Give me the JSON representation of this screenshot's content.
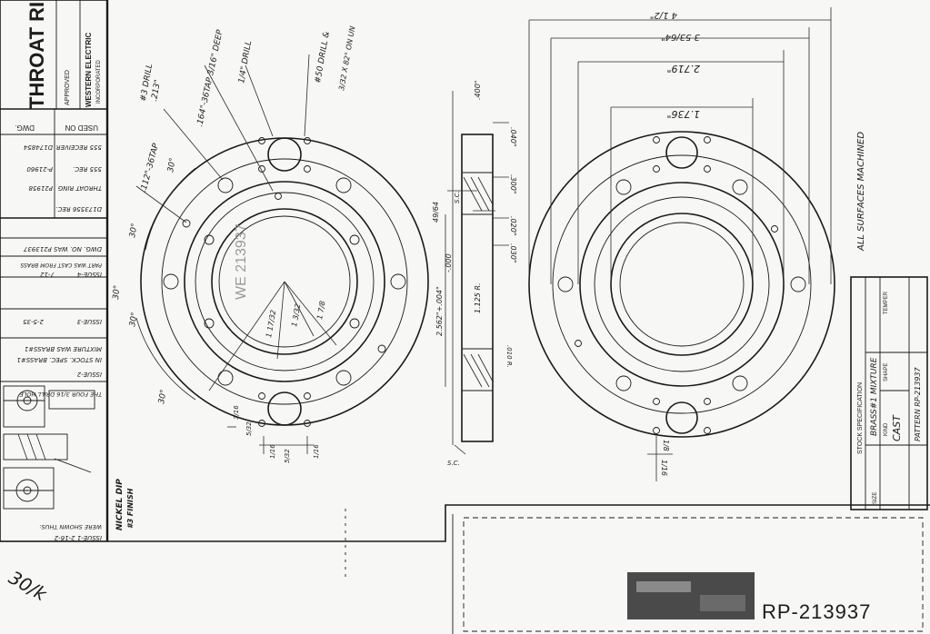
{
  "title_block": {
    "title": "THROAT RI",
    "approved": "APPROVED",
    "company": "WESTERN ELECTRIC",
    "incorporated": "INCORPORATED",
    "used_on_header": "USED ON",
    "dwg_header": "DWG.",
    "used_on_rows": [
      "555 RECEIVER",
      "555 REC.",
      "THROAT RING",
      "D173556 REC."
    ],
    "dwg_rows": [
      "D174854",
      "P-21960",
      "P21958"
    ],
    "history": [
      "DWG. NO. WAS P213937",
      "PART WAS CAST FROM BRASS",
      "ISSUE-4",
      "7-12",
      "ISSUE-3",
      "2-5-35",
      "MIXTURE WAS BRASS#1",
      "IN STOCK. SPEC. BRASS#1",
      "ISSUE-2",
      "THE FOUR 3/16 DRILL HOLE",
      "WERE SHOWN THUS:",
      "ISSUE-1  2-16-2"
    ],
    "finish": "NICKEL DIP",
    "finish2": "#3 FINISH"
  },
  "left_view": {
    "notes": {
      "tap_112": ".112\"-36TAP",
      "drill_3": "#3 DRILL",
      "drill_3_dia": ".213\"",
      "tap_164": ".164\"-36TAP 3/16\" DEEP",
      "drill_14": "1/4\" DRILL",
      "drill_50": "#50 DRILL &",
      "cbore": "3/32 X 82° ON UN",
      "angle_30a": "30°",
      "angle_30b": "30°",
      "angle_30c": "30°",
      "angle_30d": "30°",
      "angle_30e": "30°",
      "dia_1": "1 17/32",
      "dia_2": "1 3/32",
      "dia_3": "1 7/8",
      "dim_316": "3/16",
      "dim_532": "5/32",
      "dim_16a": "1/16",
      "dim_16b": "1/16",
      "dim_532b": "5/32",
      "stamp": "WE 213937"
    }
  },
  "section_view": {
    "notes": {
      "d_400": ".400\"",
      "d_040": ".040\"",
      "d_300": ".300\"",
      "d_020": ".020\"",
      "d_030": ".030\"",
      "d_2562": "2.562\"+.004\"",
      "d_2562b": "-.000",
      "d_1125": "1.125 R.",
      "d_010": ".010 R.",
      "sc1": "S.C.",
      "sc2": "S.C.",
      "frac": "49/64"
    }
  },
  "right_view": {
    "notes": {
      "d_4": "4 1/2\"",
      "d_3": "3 53/64\"",
      "d_2719": "2.719\"",
      "d_1736": "1.736\"",
      "d_b1": "1/8",
      "d_b2": "1/16"
    },
    "remark": "ALL SURFACES MACHINED"
  },
  "stock_spec": {
    "title": "STOCK SPECIFICATION",
    "material": "BRASS#1 MIXTURE",
    "kind_header": "KIND",
    "kind": "CAST",
    "shape_header": "SHAPE",
    "temper_header": "TEMPER",
    "size_header": "SIZE",
    "pattern": "PATTERN RP-213937"
  },
  "drawing_number": "RP-213937",
  "margin_mark": "30/k"
}
